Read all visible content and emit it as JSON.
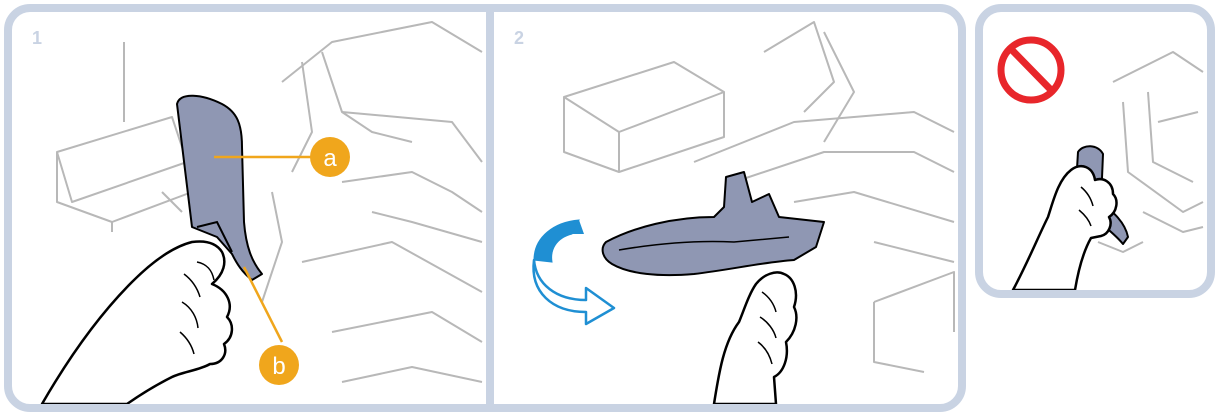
{
  "steps": [
    {
      "number": "1",
      "callouts": [
        "a",
        "b"
      ]
    },
    {
      "number": "2"
    }
  ],
  "colors": {
    "frame": "#c9d3e3",
    "part": "#8f97b3",
    "callout": "#f0a61c",
    "prohibition": "#e8262b",
    "arrow": "#1f8fd3",
    "machine_line": "#b8b8b8",
    "outline": "#000000"
  },
  "icons": {
    "prohibition": "prohibition-icon",
    "rotate_arrow": "rotate-arrow-icon"
  }
}
